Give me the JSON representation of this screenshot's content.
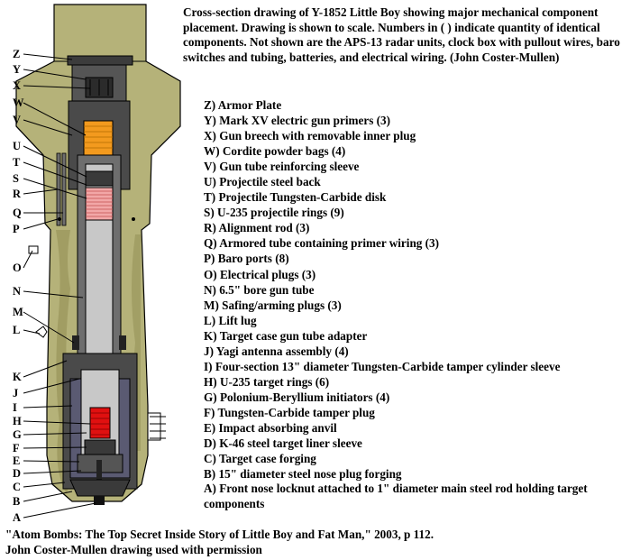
{
  "caption": "Cross-section drawing of Y-1852 Little Boy showing major mechanical component placement. Drawing is shown to scale.  Numbers in ( ) indicate quantity of identical components.  Not shown are the APS-13 radar units, clock box with pullout wires, baro switches and tubing, batteries, and electrical wiring.  (John Coster-Mullen)",
  "legend": [
    {
      "letter": "Z",
      "text": "Z)  Armor Plate"
    },
    {
      "letter": "Y",
      "text": "Y)  Mark XV electric gun primers (3)"
    },
    {
      "letter": "X",
      "text": "X)  Gun breech with removable inner plug"
    },
    {
      "letter": "W",
      "text": "W) Cordite powder bags (4)"
    },
    {
      "letter": "V",
      "text": "V)  Gun tube reinforcing sleeve"
    },
    {
      "letter": "U",
      "text": "U)  Projectile steel back"
    },
    {
      "letter": "T",
      "text": "T)  Projectile Tungsten-Carbide disk"
    },
    {
      "letter": "S",
      "text": "S)  U-235 projectile rings (9)"
    },
    {
      "letter": "R",
      "text": "R)  Alignment rod (3)"
    },
    {
      "letter": "Q",
      "text": "Q)  Armored tube containing primer wiring (3)"
    },
    {
      "letter": "P",
      "text": "P)  Baro ports (8)"
    },
    {
      "letter": "O",
      "text": "O)  Electrical plugs (3)"
    },
    {
      "letter": "N",
      "text": "N)  6.5\" bore gun tube"
    },
    {
      "letter": "M",
      "text": "M)  Safing/arming plugs (3)"
    },
    {
      "letter": "L",
      "text": "L)  Lift lug"
    },
    {
      "letter": "K",
      "text": "K)  Target case gun tube adapter"
    },
    {
      "letter": "J",
      "text": "J)  Yagi antenna assembly (4)"
    },
    {
      "letter": "I",
      "text": "I)   Four-section 13\" diameter Tungsten-Carbide tamper cylinder sleeve"
    },
    {
      "letter": "H",
      "text": "H)  U-235 target rings (6)"
    },
    {
      "letter": "G",
      "text": "G)  Polonium-Beryllium initiators (4)"
    },
    {
      "letter": "F",
      "text": "F)  Tungsten-Carbide tamper plug"
    },
    {
      "letter": "E",
      "text": "E)  Impact absorbing anvil"
    },
    {
      "letter": "D",
      "text": "D)  K-46 steel target liner sleeve"
    },
    {
      "letter": "C",
      "text": "C)  Target case forging"
    },
    {
      "letter": "B",
      "text": "B)  15\" diameter steel nose plug forging"
    },
    {
      "letter": "A",
      "text": "A)  Front nose locknut attached to 1\" diameter main steel rod holding target components"
    }
  ],
  "credit": {
    "line1": "\"Atom Bombs: The Top Secret Inside Story of Little Boy and Fat Man,\" 2003, p 112.",
    "line2": " John Coster-Mullen drawing used with permission"
  },
  "colors": {
    "casing_khaki": "#b5b279",
    "casing_shade": "#8f8c52",
    "steel_dark": "#4a4a4a",
    "steel_mid": "#6e6e6e",
    "bore_light": "#c8c8c8",
    "cordite_orange": "#f39a1e",
    "projectile_pink": "#f2a7a7",
    "uranium_red": "#e01010"
  }
}
